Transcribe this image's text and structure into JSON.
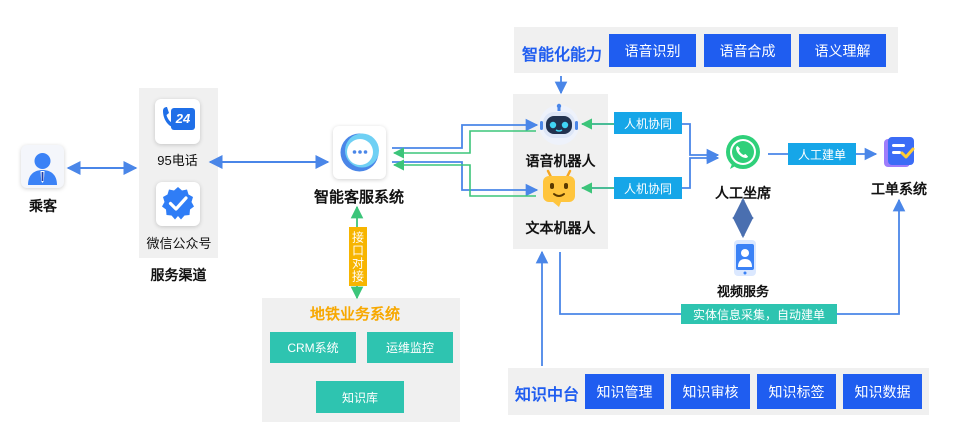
{
  "passenger": {
    "label": "乘客"
  },
  "channels": {
    "title": "服务渠道",
    "phone_label": "95电话",
    "phone_icon_text": "24",
    "wechat_label": "微信公众号"
  },
  "cs_system": {
    "label": "智能客服系统"
  },
  "interface_label": "接口对接",
  "metro": {
    "title": "地铁业务系统",
    "items": [
      "CRM系统",
      "运维监控",
      "知识库"
    ]
  },
  "ai": {
    "title": "智能化能力",
    "items": [
      "语音识别",
      "语音合成",
      "语义理解"
    ]
  },
  "robots": {
    "voice_label": "语音机器人",
    "text_label": "文本机器人"
  },
  "collab_tags": [
    "人机协同",
    "人机协同"
  ],
  "agent": {
    "label": "人工坐席"
  },
  "build_tag": "人工建单",
  "ticket": {
    "label": "工单系统"
  },
  "video": {
    "label": "视频服务"
  },
  "auto_tag": "实体信息采集，自动建单",
  "knowledge": {
    "title": "知识中台",
    "items": [
      "知识管理",
      "知识审核",
      "知识标签",
      "知识数据"
    ]
  },
  "colors": {
    "blue_arrow": "#4a86e8",
    "green_arrow": "#3cc57a",
    "chip_blue": "#1f5df0",
    "chip_teal": "#2ec4b0",
    "tag_blue": "#16a6e8",
    "bar_yellow": "#f7b500"
  }
}
